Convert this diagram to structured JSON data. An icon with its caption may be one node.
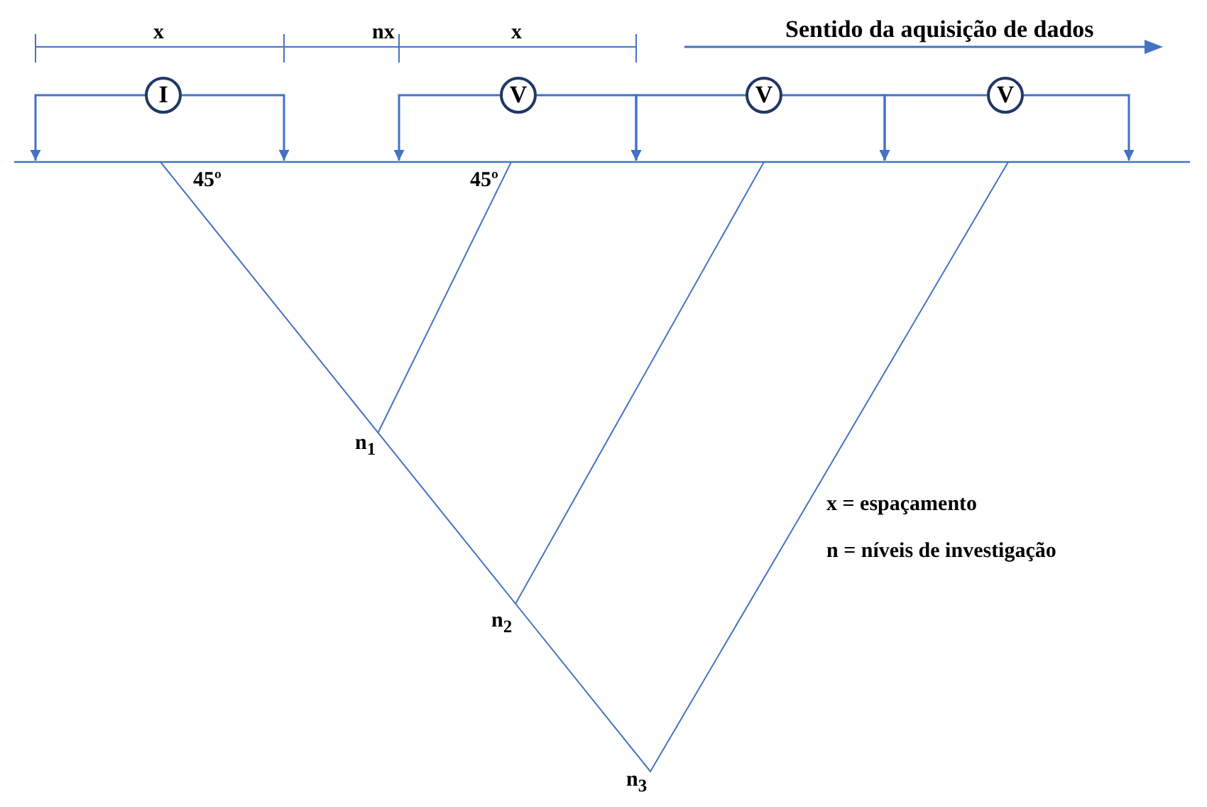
{
  "diagram": {
    "nodes": [
      {
        "text": [
          "I"
        ]
      },
      {
        "text": [
          "V"
        ]
      },
      {
        "text": [
          "V"
        ]
      },
      {
        "text": [
          "V"
        ]
      }
    ],
    "edges": [
      {
        "from": 0,
        "to": null,
        "arrow": "to"
      },
      {
        "from": 0,
        "to": null,
        "arrow": "to"
      },
      {
        "from": 1,
        "to": null,
        "arrow": "to"
      },
      {
        "from": 1,
        "to": null,
        "arrow": "to"
      },
      {
        "from": 2,
        "to": null,
        "arrow": "to"
      },
      {
        "from": 2,
        "to": null,
        "arrow": "to"
      },
      {
        "from": 3,
        "to": null,
        "arrow": "to"
      },
      {
        "from": 3,
        "to": null,
        "arrow": "to"
      }
    ],
    "labels": [
      "x",
      "nx",
      "x",
      "Sentido da aquisição de dados",
      "45º",
      "45º",
      "n$_{1}$",
      "x = espaçamento",
      "n = níveis de investigação",
      "n$_{2}$",
      "n$_{3}$"
    ]
  }
}
